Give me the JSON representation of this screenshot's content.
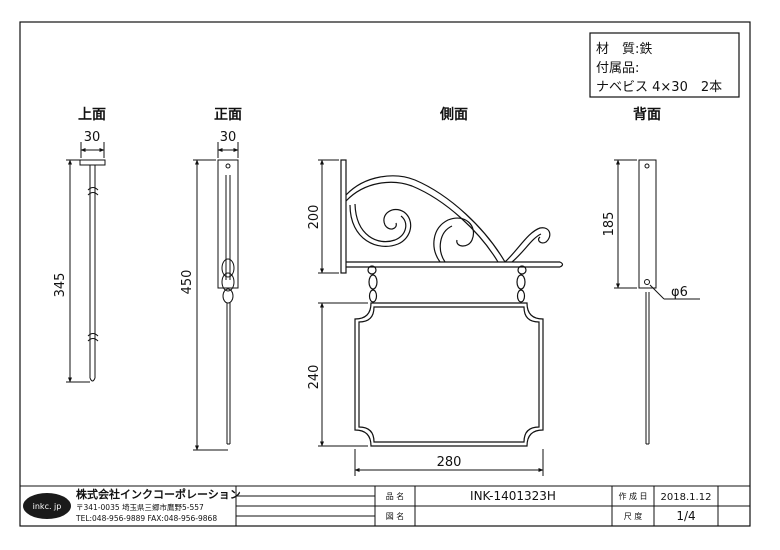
{
  "spec": {
    "material": "材　質:鉄",
    "accessories": "付属品:",
    "screws": "ナベビス 4×30　2本"
  },
  "views": {
    "top": "上面",
    "front": "正面",
    "side": "側面",
    "back": "背面"
  },
  "dims": {
    "top_width": "30",
    "top_height": "345",
    "front_width": "30",
    "front_height": "450",
    "side_bracket_height": "200",
    "side_sign_height": "240",
    "side_sign_width": "280",
    "back_height": "185",
    "back_hole": "φ6"
  },
  "title_block": {
    "logo": "inkc. jp",
    "company": "株式会社インクコーポレーション",
    "address": "〒341-0035 埼玉県三郷市鷹野5-557",
    "contact": "TEL:048-956-9889 FAX:048-956-9868",
    "name_label": "品 名",
    "name_value": "INK-1401323H",
    "drawing_label": "図 名",
    "drawing_value": "",
    "created_label": "作 成 日",
    "created_value": "2018.1.12",
    "scale_label": "尺 度",
    "scale_value": "1/4"
  }
}
